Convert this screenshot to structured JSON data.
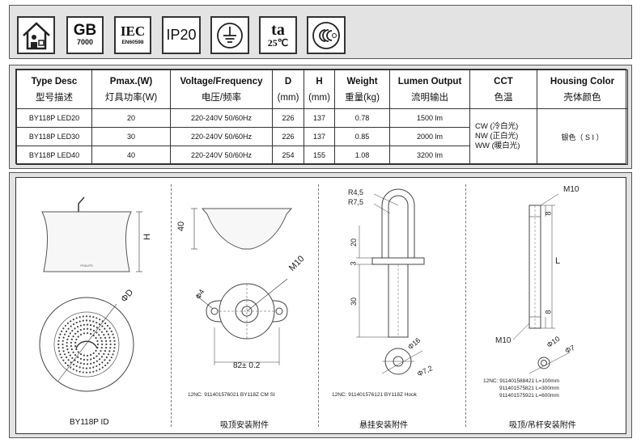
{
  "badges": [
    {
      "name": "indoor-house-icon"
    },
    {
      "line1": "GB",
      "line2": "7000"
    },
    {
      "line1": "IEC",
      "line2": "EN60598"
    },
    {
      "text": "IP20"
    },
    {
      "name": "earth-ground-icon"
    },
    {
      "line1": "ta",
      "line2": "25℃"
    },
    {
      "name": "ccc-certification-icon"
    }
  ],
  "table": {
    "headers": [
      {
        "en": "Type Desc",
        "zh": "型号描述"
      },
      {
        "en": "Pmax.(W)",
        "zh": "灯具功率(W)"
      },
      {
        "en": "Voltage/Frequency",
        "zh": "电压/频率"
      },
      {
        "en": "D",
        "zh": "(mm)"
      },
      {
        "en": "H",
        "zh": "(mm)"
      },
      {
        "en": "Weight",
        "zh": "重量(kg)"
      },
      {
        "en": "Lumen Output",
        "zh": "流明输出"
      },
      {
        "en": "CCT",
        "zh": "色温"
      },
      {
        "en": "Housing Color",
        "zh": "壳体颜色"
      }
    ],
    "rows": [
      [
        "BY118P LED20",
        "20",
        "220-240V 50/60Hz",
        "226",
        "137",
        "0.78",
        "1500 lm"
      ],
      [
        "BY118P LED30",
        "30",
        "220-240V 50/60Hz",
        "226",
        "137",
        "0.85",
        "2000 lm"
      ],
      [
        "BY118P LED40",
        "40",
        "220-240V 50/60Hz",
        "254",
        "155",
        "1.08",
        "3200 lm"
      ]
    ],
    "cct": [
      "CW (冷白光)",
      "NW (正白光)",
      "WW (暖白光)"
    ],
    "housing_color": "银色（ S I ）"
  },
  "drawings": {
    "fig1": {
      "caption": "BY118P ID",
      "dim_h": "H",
      "dim_d": "ΦD",
      "brand": "PHILIPS"
    },
    "fig2": {
      "caption": "吸顶安装附件",
      "dim_height": "40",
      "dim_hole": "Φ4",
      "dim_thread": "M10",
      "dim_span": "82± 0.2",
      "nc": "12NC: 911401576021 BY118Z CM SI"
    },
    "fig3": {
      "caption": "悬挂安装附件",
      "r_outer": "R4,5",
      "r_inner": "R7,5",
      "d20": "20",
      "d3": "3",
      "d30": "30",
      "d16": "Φ16",
      "d72": "Φ7,2",
      "nc": "12NC: 911401576121 BY118Z Hook"
    },
    "fig4": {
      "caption": "吸顶/吊杆安装附件",
      "m10_top": "M10",
      "m10_bottom": "M10",
      "d8_top": "8",
      "d8_bottom": "8",
      "dl": "L",
      "d10": "Φ10",
      "d7": "Φ7",
      "nc": [
        "12NC: 911401588421 L=100mm",
        "911401575821 L=300mm",
        "911401575921 L=600mm"
      ]
    }
  }
}
